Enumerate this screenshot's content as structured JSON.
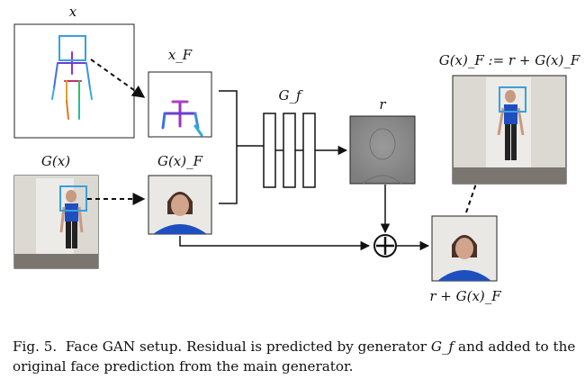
{
  "labels": {
    "x": "x",
    "x_face": "x_F",
    "g_x": "G(x)",
    "g_x_face": "G(x)_F",
    "gf": "G_f",
    "residual": "r",
    "sum": "r + G(x)_F",
    "result": "G(x)_F := r + G(x)_F"
  },
  "caption": {
    "fig": "Fig. 5.",
    "text_1": "Face GAN setup. Residual is predicted by generator",
    "gf_symbol": "G_f",
    "text_2": "and added to the original face prediction from the main generator."
  },
  "colors": {
    "face_box": "#3a9fe0",
    "shirt": "#1f4fbf",
    "wall": "#e6e4df",
    "floor": "#7a756e",
    "residual_gray": "#8a8a8a"
  }
}
